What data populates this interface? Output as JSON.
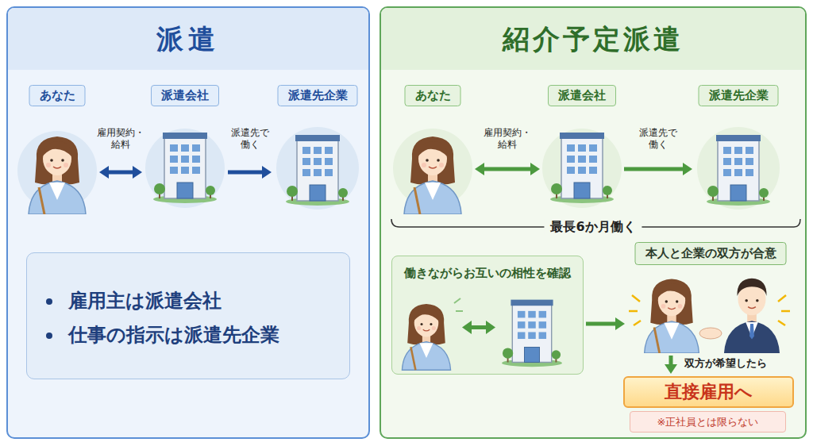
{
  "diagram": {
    "nodes": [
      {
        "text": [
          "派遣"
        ]
      },
      {
        "text": [
          "あなた"
        ],
        "in": 0
      },
      {
        "text": [
          "派遣会社"
        ],
        "in": 0
      },
      {
        "text": [
          "派遣先企業"
        ],
        "in": 0
      },
      {
        "text": [
          "雇用主は派遣会社",
          "仕事の指示は派遣先企業"
        ],
        "in": 0
      },
      {
        "text": [
          "紹介予定派遣"
        ]
      },
      {
        "text": [
          "あなた"
        ],
        "in": 5
      },
      {
        "text": [
          "派遣会社"
        ],
        "in": 5
      },
      {
        "text": [
          "派遣先企業"
        ],
        "in": 5
      },
      {
        "text": [
          "働きながらお互いの相性を確認"
        ],
        "in": 5
      },
      {
        "text": [
          "本人と企業の双方が合意"
        ],
        "in": 5
      },
      {
        "text": [
          "直接雇用へ"
        ],
        "in": 5
      },
      {
        "text": [
          "※正社員とは限らない"
        ],
        "in": 5
      }
    ],
    "edges": [
      {
        "from": 1,
        "to": 2,
        "label": "雇用契約・給料",
        "arrow": "both"
      },
      {
        "from": 2,
        "to": 3,
        "label": "派遣先で働く",
        "arrow": "to"
      },
      {
        "from": 6,
        "to": 7,
        "label": "雇用契約・給料",
        "arrow": "both"
      },
      {
        "from": 7,
        "to": 8,
        "label": "派遣先で働く",
        "arrow": "to"
      },
      {
        "from": 9,
        "to": 10,
        "arrow": "to"
      },
      {
        "from": 10,
        "to": 11,
        "label": "双方が希望したら",
        "arrow": "to"
      }
    ],
    "labels": [
      "最長6か月働く"
    ]
  }
}
